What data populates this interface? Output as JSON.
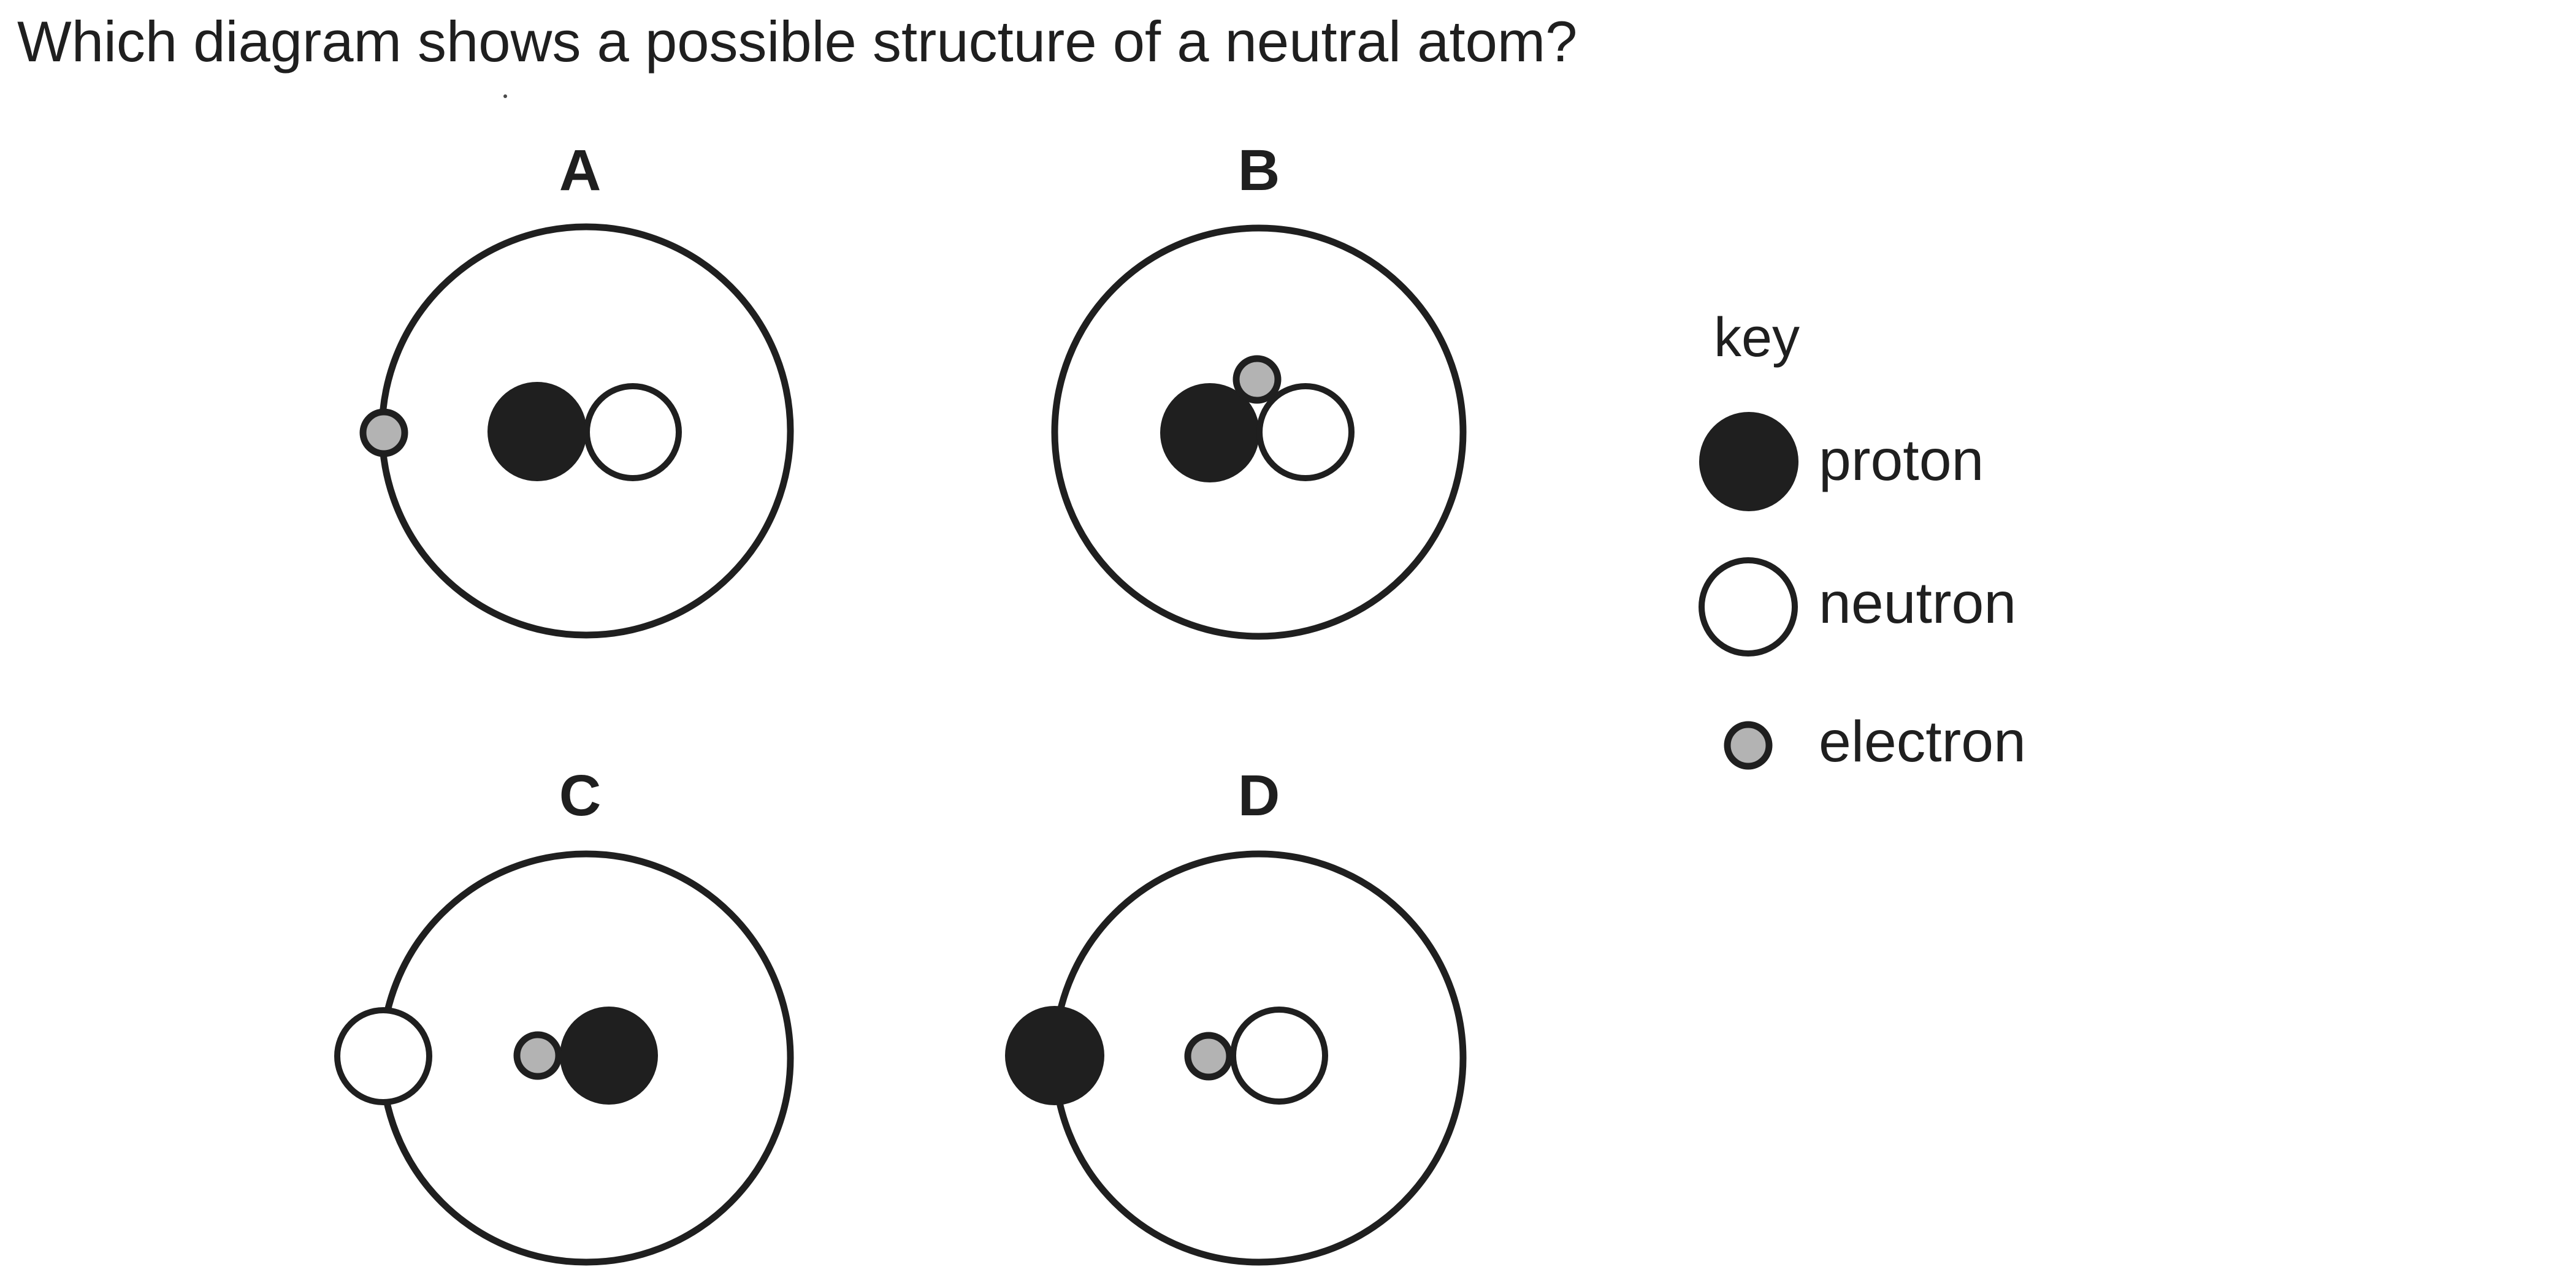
{
  "title": "Which diagram shows a possible structure of a neutral atom?",
  "colors": {
    "ink": "#1f1f1f",
    "electron_fill": "#b3b3b3",
    "background": "#ffffff"
  },
  "diagrams": [
    {
      "label": "A",
      "inside_orbit": [
        "proton",
        "neutron"
      ],
      "on_orbit_ring": [
        "electron"
      ],
      "arrangement": "black proton and white neutron touching at centre; grey electron sitting on the left edge of the orbit circle"
    },
    {
      "label": "B",
      "inside_orbit": [
        "proton",
        "neutron",
        "electron"
      ],
      "on_orbit_ring": [],
      "arrangement": "black proton and white neutron touching at centre; grey electron resting on top of the nucleus between them"
    },
    {
      "label": "C",
      "inside_orbit": [
        "electron",
        "proton"
      ],
      "on_orbit_ring": [
        "neutron"
      ],
      "arrangement": "grey electron touching left side of black proton at centre; white neutron straddling the left edge of the orbit circle"
    },
    {
      "label": "D",
      "inside_orbit": [
        "electron",
        "neutron"
      ],
      "on_orbit_ring": [
        "proton"
      ],
      "arrangement": "grey electron touching left side of white neutron at centre; black proton straddling the left edge of the orbit circle"
    }
  ],
  "key": {
    "heading": "key",
    "items": [
      {
        "swatch": "proton-swatch",
        "label": "proton"
      },
      {
        "swatch": "neutron-swatch",
        "label": "neutron"
      },
      {
        "swatch": "electron-swatch",
        "label": "electron"
      }
    ]
  }
}
